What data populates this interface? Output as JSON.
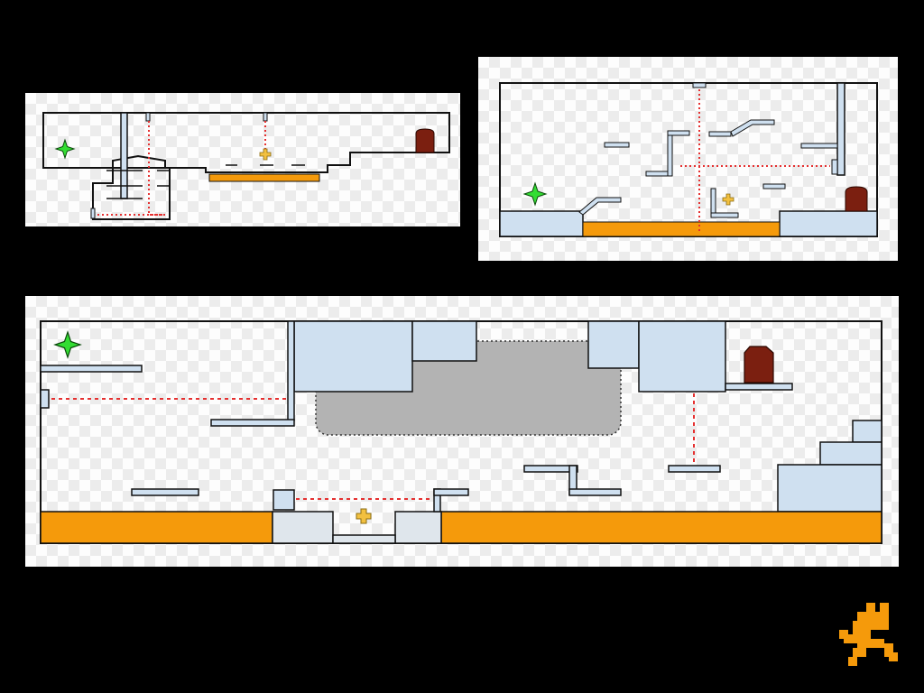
{
  "colors": {
    "background": "#000000",
    "wall_stroke": "#111111",
    "block_fill": "#cfe0f0",
    "lava": "#f59a0b",
    "laser": "#e53030",
    "exit_door": "#7b1f10",
    "spawn_star": "#33dd33",
    "collectible": "#f2c040",
    "moving_zone": "#b3b3b3"
  },
  "levels": [
    {
      "name": "level-1",
      "elements": [
        "spawn-star-icon",
        "exit-door-icon",
        "collectible-icon",
        "lava-pool",
        "laser-beam"
      ]
    },
    {
      "name": "level-2",
      "elements": [
        "spawn-star-icon",
        "exit-door-icon",
        "collectible-icon",
        "lava-pool",
        "laser-beam"
      ]
    },
    {
      "name": "level-3",
      "elements": [
        "spawn-star-icon",
        "exit-door-icon",
        "collectible-icon",
        "lava-pool",
        "laser-beam",
        "moving-zone"
      ]
    }
  ],
  "logo": {
    "icon": "running-figure-icon",
    "color": "#f59a0b"
  }
}
